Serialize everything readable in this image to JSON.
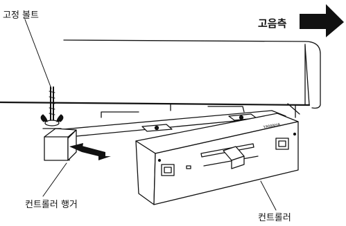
{
  "labels": {
    "fixing_bolt": "고정 볼트",
    "high_side": "고음측",
    "controller_hanger": "컨트롤러 행거",
    "controller": "컨트롤러"
  },
  "controller_brand": "YAMAHA",
  "colors": {
    "line": "#111111",
    "background": "#ffffff",
    "arrow": "#111111"
  },
  "icons": [
    "right-arrow-icon",
    "insertion-arrow-icon"
  ]
}
